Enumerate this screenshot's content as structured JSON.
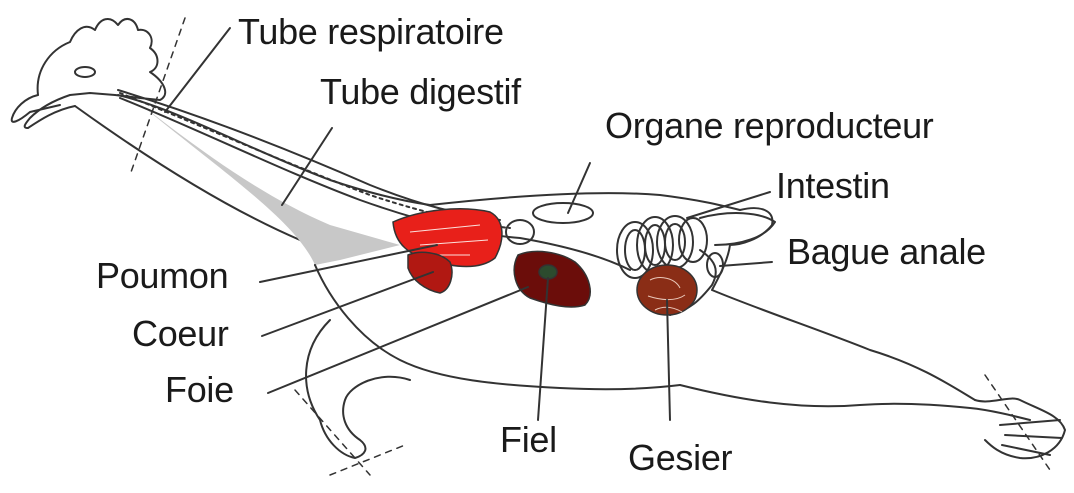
{
  "labels": {
    "tube_respiratoire": "Tube respiratoire",
    "tube_digestif": "Tube digestif",
    "organe_reproducteur": "Organe reproducteur",
    "intestin": "Intestin",
    "bague_anale": "Bague anale",
    "poumon": "Poumon",
    "coeur": "Coeur",
    "foie": "Foie",
    "fiel": "Fiel",
    "gesier": "Gesier"
  },
  "colors": {
    "outline": "#333333",
    "poumon": "#e8201a",
    "coeur": "#b11812",
    "foie": "#6b0d0a",
    "gesier": "#8a2d16",
    "throat": "#c8c8c8",
    "background": "#ffffff"
  }
}
